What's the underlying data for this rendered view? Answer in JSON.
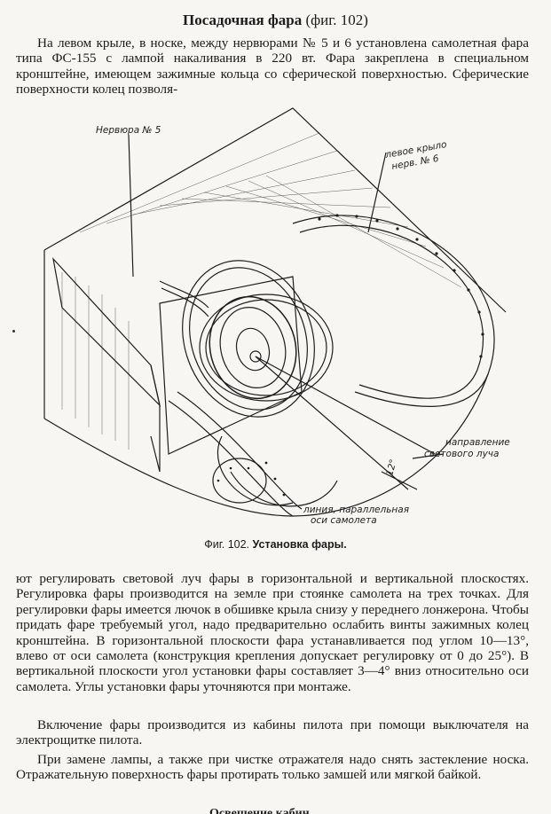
{
  "section": {
    "title": "Посадочная фара",
    "fig_ref": "(фиг. 102)"
  },
  "paragraphs": {
    "p1": "На левом крыле, в носке, между нервюрами № 5 и 6 установлена самолетная фара типа ФС-155 с лампой накаливания в 220 вт. Фара закреплена в специальном кронштейне, имеющем зажимные кольца со сферической поверхностью. Сферические поверхности колец позволя-",
    "p2": "ют регулировать световой луч фары в горизонтальной и вертикальной плоскостях. Регулировка фары производится на земле при стоянке самолета на трех точках. Для регулировки фары имеется лючок в обшивке крыла снизу у переднего лонжерона. Чтобы придать фаре требуемый угол, надо предварительно ослабить винты зажимных колец кронштейна. В горизонтальной плоскости фара устанавливается под углом 10—13°, влево от оси самолета (конструкция крепления допускает регулировку от 0 до 25°). В вертикальной плоскости угол установки фары составляет 3—4° вниз относительно оси самолета. Углы установки фары уточняются при монтаже.",
    "p3": "Включение фары производится из кабины пилота при помощи выключателя на электрощитке пилота.",
    "p4": "При замене лампы, а также при чистке отражателя надо снять застекление носка. Отражательную поверхность фары протирать только замшей или мягкой байкой."
  },
  "figure": {
    "caption_label": "Фиг. 102.",
    "caption_text": "Установка фары.",
    "labels": {
      "rib5": "Нервюра № 5",
      "left_wing_line1": "левое крыло",
      "left_wing_line2": "нерв. № 6",
      "beam_line1": "направление",
      "beam_line2": "светового луча",
      "axis_line1": "линия, параллельная",
      "axis_line2": "оси самолета",
      "angle": "12°"
    }
  },
  "next_heading_fragment": "Освещение кабин"
}
